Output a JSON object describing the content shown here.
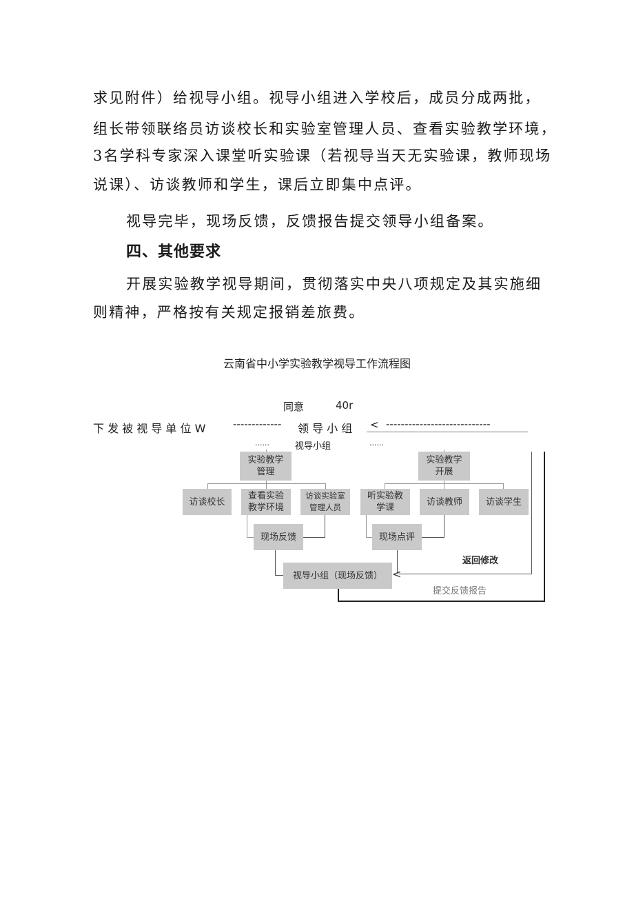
{
  "body_text": {
    "para1_lines": [
      "求见附件）给视导小组。视导小组进入学校后，成员分成两批，",
      "组长带领联络员访谈校长和实验室管理人员、查看实验教学环境，",
      "3名学科专家深入课堂听实验课（若视导当天无实验课，教师现场",
      "说课）、访谈教师和学生，课后立即集中点评。"
    ],
    "para2": "视导完毕，现场反馈，反馈报告提交领导小组备案。",
    "section_heading": "四、其他要求",
    "para3_lines": [
      "开展实验教学视导期间，贯彻落实中央八项规定及其实施细",
      "则精神，严格按有关规定报销差旅费。"
    ]
  },
  "flowchart": {
    "title": "云南省中小学实验教学视导工作流程图",
    "top_labels": {
      "agree": "同意",
      "code": "40r"
    },
    "top_row": {
      "left_text": "下 发 被 视 导 单 位 W",
      "dashes_left": "-------------",
      "center_text": "领 导 小 组",
      "arrow": "<",
      "dashes_right": "----------------------------"
    },
    "sub_row": {
      "dots_left": "......",
      "center": "视导小组",
      "dots_right": "......"
    },
    "nodes": {
      "mgmt": "实验教学管理",
      "mgmt_line1": "实验教学",
      "mgmt_line2": "管理",
      "conduct_line1": "实验教学",
      "conduct_line2": "开展",
      "interview_principal": "访谈校长",
      "check_env_line1": "查看实验",
      "check_env_line2": "教学环境",
      "interview_lab_line1": "访谈实验室",
      "interview_lab_line2": "管理人员",
      "attend_class_line1": "听实验教",
      "attend_class_line2": "学课",
      "interview_teacher": "访谈教师",
      "interview_student": "访谈学生",
      "onsite_feedback": "现场反馈",
      "onsite_review": "现场点评",
      "group_feedback": "视导小组（现场反馈）"
    },
    "edge_labels": {
      "return_modify": "返回修改",
      "submit_report": "提交反馈报告"
    }
  }
}
